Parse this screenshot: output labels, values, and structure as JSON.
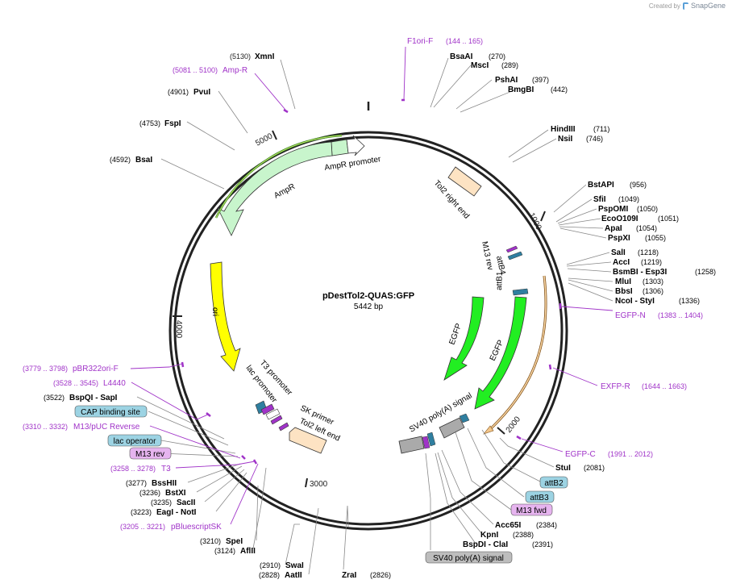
{
  "credit": {
    "prefix": "Created by",
    "brand": "SnapGene"
  },
  "plasmid": {
    "name": "pDestTol2-QUAS:GFP",
    "length_label": "5442 bp"
  },
  "ticks": [
    "1000",
    "2000",
    "3000",
    "4000",
    "5000"
  ],
  "features": {
    "ampr_promoter": "AmpR promoter",
    "ampr": "AmpR",
    "tol2_right": "Tol2 right end",
    "m13_rev_inner": "M13 rev",
    "attb4": "attB4",
    "attb1": "attB1",
    "ori": "ori",
    "egfp1": "EGFP",
    "egfp2": "EGFP",
    "t3_promoter": "T3 promoter",
    "lac_promoter": "lac promoter",
    "sk_primer": "SK primer",
    "tol2_left": "Tol2 left end",
    "sv40_signal": "SV40 poly(A) signal"
  },
  "sites": [
    {
      "name": "XmnI",
      "pos": "(5130)"
    },
    {
      "name": "PvuI",
      "pos": "(4901)"
    },
    {
      "name": "FspI",
      "pos": "(4753)"
    },
    {
      "name": "BsaI",
      "pos": "(4592)"
    },
    {
      "name": "BsaAI",
      "pos": "(270)"
    },
    {
      "name": "MscI",
      "pos": "(289)"
    },
    {
      "name": "PshAI",
      "pos": "(397)"
    },
    {
      "name": "BmgBI",
      "pos": "(442)"
    },
    {
      "name": "HindIII",
      "pos": "(711)"
    },
    {
      "name": "NsiI",
      "pos": "(746)"
    },
    {
      "name": "BstAPI",
      "pos": "(956)"
    },
    {
      "name": "SfiI",
      "pos": "(1049)"
    },
    {
      "name": "PspOMI",
      "pos": "(1050)"
    },
    {
      "name": "EcoO109I",
      "pos": "(1051)"
    },
    {
      "name": "ApaI",
      "pos": "(1054)"
    },
    {
      "name": "PspXI",
      "pos": "(1055)"
    },
    {
      "name": "SalI",
      "pos": "(1218)"
    },
    {
      "name": "AccI",
      "pos": "(1219)"
    },
    {
      "name": "BsmBI - Esp3I",
      "pos": "(1258)"
    },
    {
      "name": "MluI",
      "pos": "(1303)"
    },
    {
      "name": "BbsI",
      "pos": "(1306)"
    },
    {
      "name": "NcoI - StyI",
      "pos": "(1336)"
    },
    {
      "name": "StuI",
      "pos": "(2081)"
    },
    {
      "name": "Acc65I",
      "pos": "(2384)"
    },
    {
      "name": "KpnI",
      "pos": "(2388)"
    },
    {
      "name": "BspDI - ClaI",
      "pos": "(2391)"
    },
    {
      "name": "ZraI",
      "pos": "(2826)"
    },
    {
      "name": "AatII",
      "pos": "(2828)"
    },
    {
      "name": "SwaI",
      "pos": "(2910)"
    },
    {
      "name": "AflII",
      "pos": "(3124)"
    },
    {
      "name": "SpeI",
      "pos": "(3210)"
    },
    {
      "name": "EagI - NotI",
      "pos": "(3223)"
    },
    {
      "name": "SacII",
      "pos": "(3235)"
    },
    {
      "name": "BstXI",
      "pos": "(3236)"
    },
    {
      "name": "BssHII",
      "pos": "(3277)"
    },
    {
      "name": "BspQI - SapI",
      "pos": "(3522)"
    }
  ],
  "primers": [
    {
      "name": "F1ori-F",
      "range": "(144 .. 165)"
    },
    {
      "name": "Amp-R",
      "range": "(5081 .. 5100)"
    },
    {
      "name": "EGFP-N",
      "range": "(1383 .. 1404)"
    },
    {
      "name": "EXFP-R",
      "range": "(1644 .. 1663)"
    },
    {
      "name": "EGFP-C",
      "range": "(1991 .. 2012)"
    },
    {
      "name": "pBR322ori-F",
      "range": "(3779 .. 3798)"
    },
    {
      "name": "L4440",
      "range": "(3528 .. 3545)"
    },
    {
      "name": "M13/pUC Reverse",
      "range": "(3310 .. 3332)"
    },
    {
      "name": "T3",
      "range": "(3258 .. 3278)"
    },
    {
      "name": "pBluescriptSK",
      "range": "(3205 .. 3221)"
    }
  ],
  "badges": [
    {
      "text": "CAP binding site"
    },
    {
      "text": "lac operator"
    },
    {
      "text": "M13 rev"
    },
    {
      "text": "attB2"
    },
    {
      "text": "attB3"
    },
    {
      "text": "M13 fwd"
    },
    {
      "text": "SV40 poly(A) signal"
    }
  ],
  "colors": {
    "primer": "#a033c8",
    "line": "#777777",
    "ring": "#222222",
    "ampr_fill": "#c8f5cc",
    "tol2_fill": "#fde3c3",
    "ori_fill": "#ffff00",
    "egfp_fill": "#22ee22",
    "badge_blue": "#9cd3e3",
    "badge_purple": "#e6b4ef",
    "badge_grey": "#bdbdbd"
  }
}
